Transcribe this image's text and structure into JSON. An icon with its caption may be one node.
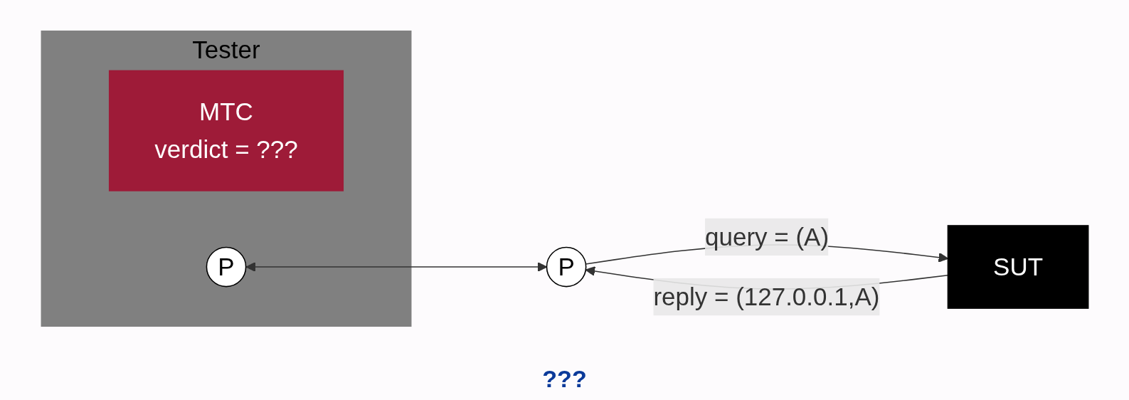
{
  "diagram": {
    "nodes": [
      {
        "text": [
          "Tester"
        ]
      },
      {
        "text": [
          "MTC",
          "verdict = ???"
        ],
        "in": 0
      },
      {
        "text": [
          "P"
        ],
        "in": 0
      },
      {
        "text": [
          "P"
        ]
      },
      {
        "text": [
          "SUT"
        ]
      }
    ],
    "edges": [
      {
        "from": 2,
        "to": 3,
        "arrow": "both"
      },
      {
        "from": 3,
        "to": 4,
        "arrow": "to",
        "label": "query = (A)"
      },
      {
        "from": 4,
        "to": 3,
        "arrow": "to",
        "label": "reply = (127.0.0.1,A)"
      }
    ],
    "labels": [
      "???"
    ]
  }
}
